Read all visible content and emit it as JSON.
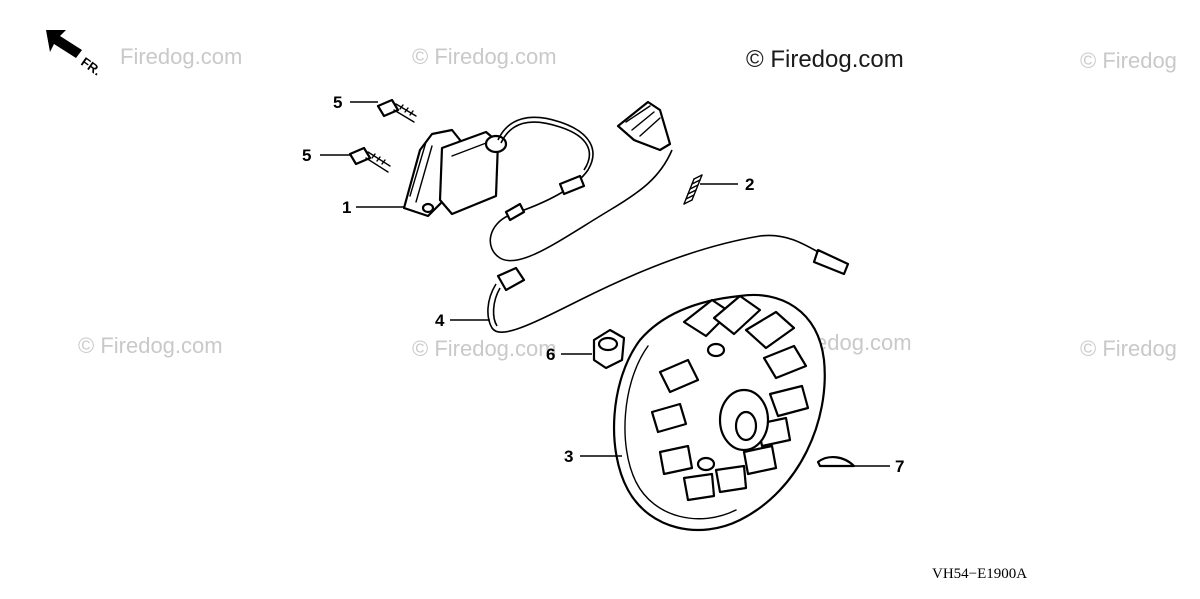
{
  "watermarks": {
    "main": "© Firedog.com",
    "faint": [
      "Firedog.com",
      "© Firedog.com",
      "© Firedog",
      "© Firedog.com",
      "© Firedog.com",
      "© Firedog",
      "edog.com"
    ]
  },
  "direction_label": "FR.",
  "callouts": {
    "c1": "1",
    "c2": "2",
    "c3": "3",
    "c4": "4",
    "c5a": "5",
    "c5b": "5",
    "c6": "6",
    "c7": "7"
  },
  "diagram_code": "VH54−E1900A"
}
